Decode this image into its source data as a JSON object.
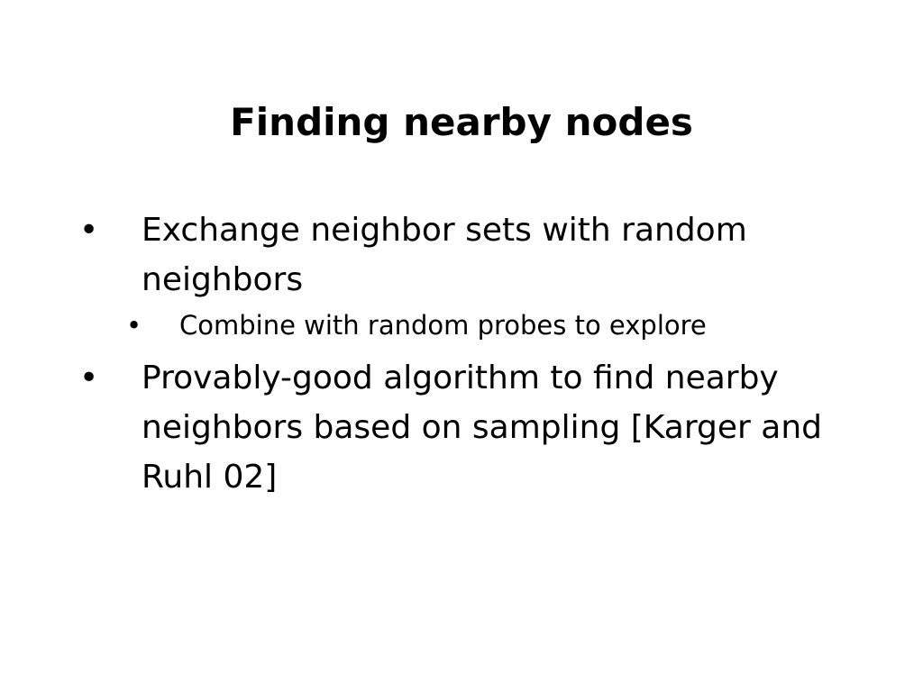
{
  "slide": {
    "title": "Finding nearby nodes",
    "bullet_glyph": "•",
    "items": [
      {
        "level": 1,
        "text": "Exchange neighbor sets with random neighbors"
      },
      {
        "level": 2,
        "text": "Combine with random probes to explore"
      },
      {
        "level": 1,
        "text": "Provably-good algorithm to find nearby neighbors based on sampling [Karger and Ruhl 02]"
      }
    ]
  }
}
